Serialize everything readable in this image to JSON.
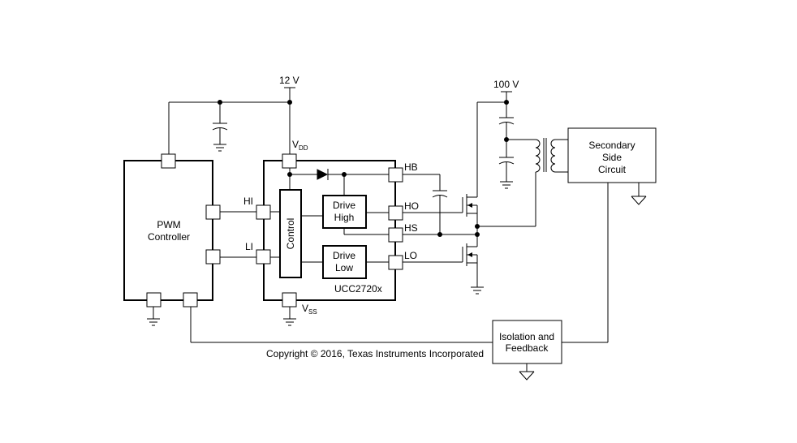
{
  "supplies": {
    "v12": "12 V",
    "v100": "100 V",
    "vdd_main": "V",
    "vdd_sub": "DD",
    "vss_main": "V",
    "vss_sub": "SS"
  },
  "blocks": {
    "pwm_line1": "PWM",
    "pwm_line2": "Controller",
    "control": "Control",
    "drive_high_line1": "Drive",
    "drive_high_line2": "High",
    "drive_low_line1": "Drive",
    "drive_low_line2": "Low",
    "chip_name": "UCC2720x",
    "secondary_line1": "Secondary",
    "secondary_line2": "Side",
    "secondary_line3": "Circuit",
    "iso_line1": "Isolation and",
    "iso_line2": "Feedback"
  },
  "pins": {
    "hi": "HI",
    "li": "LI",
    "hb": "HB",
    "ho": "HO",
    "hs": "HS",
    "lo": "LO"
  },
  "copyright": "Copyright © 2016, Texas Instruments Incorporated"
}
